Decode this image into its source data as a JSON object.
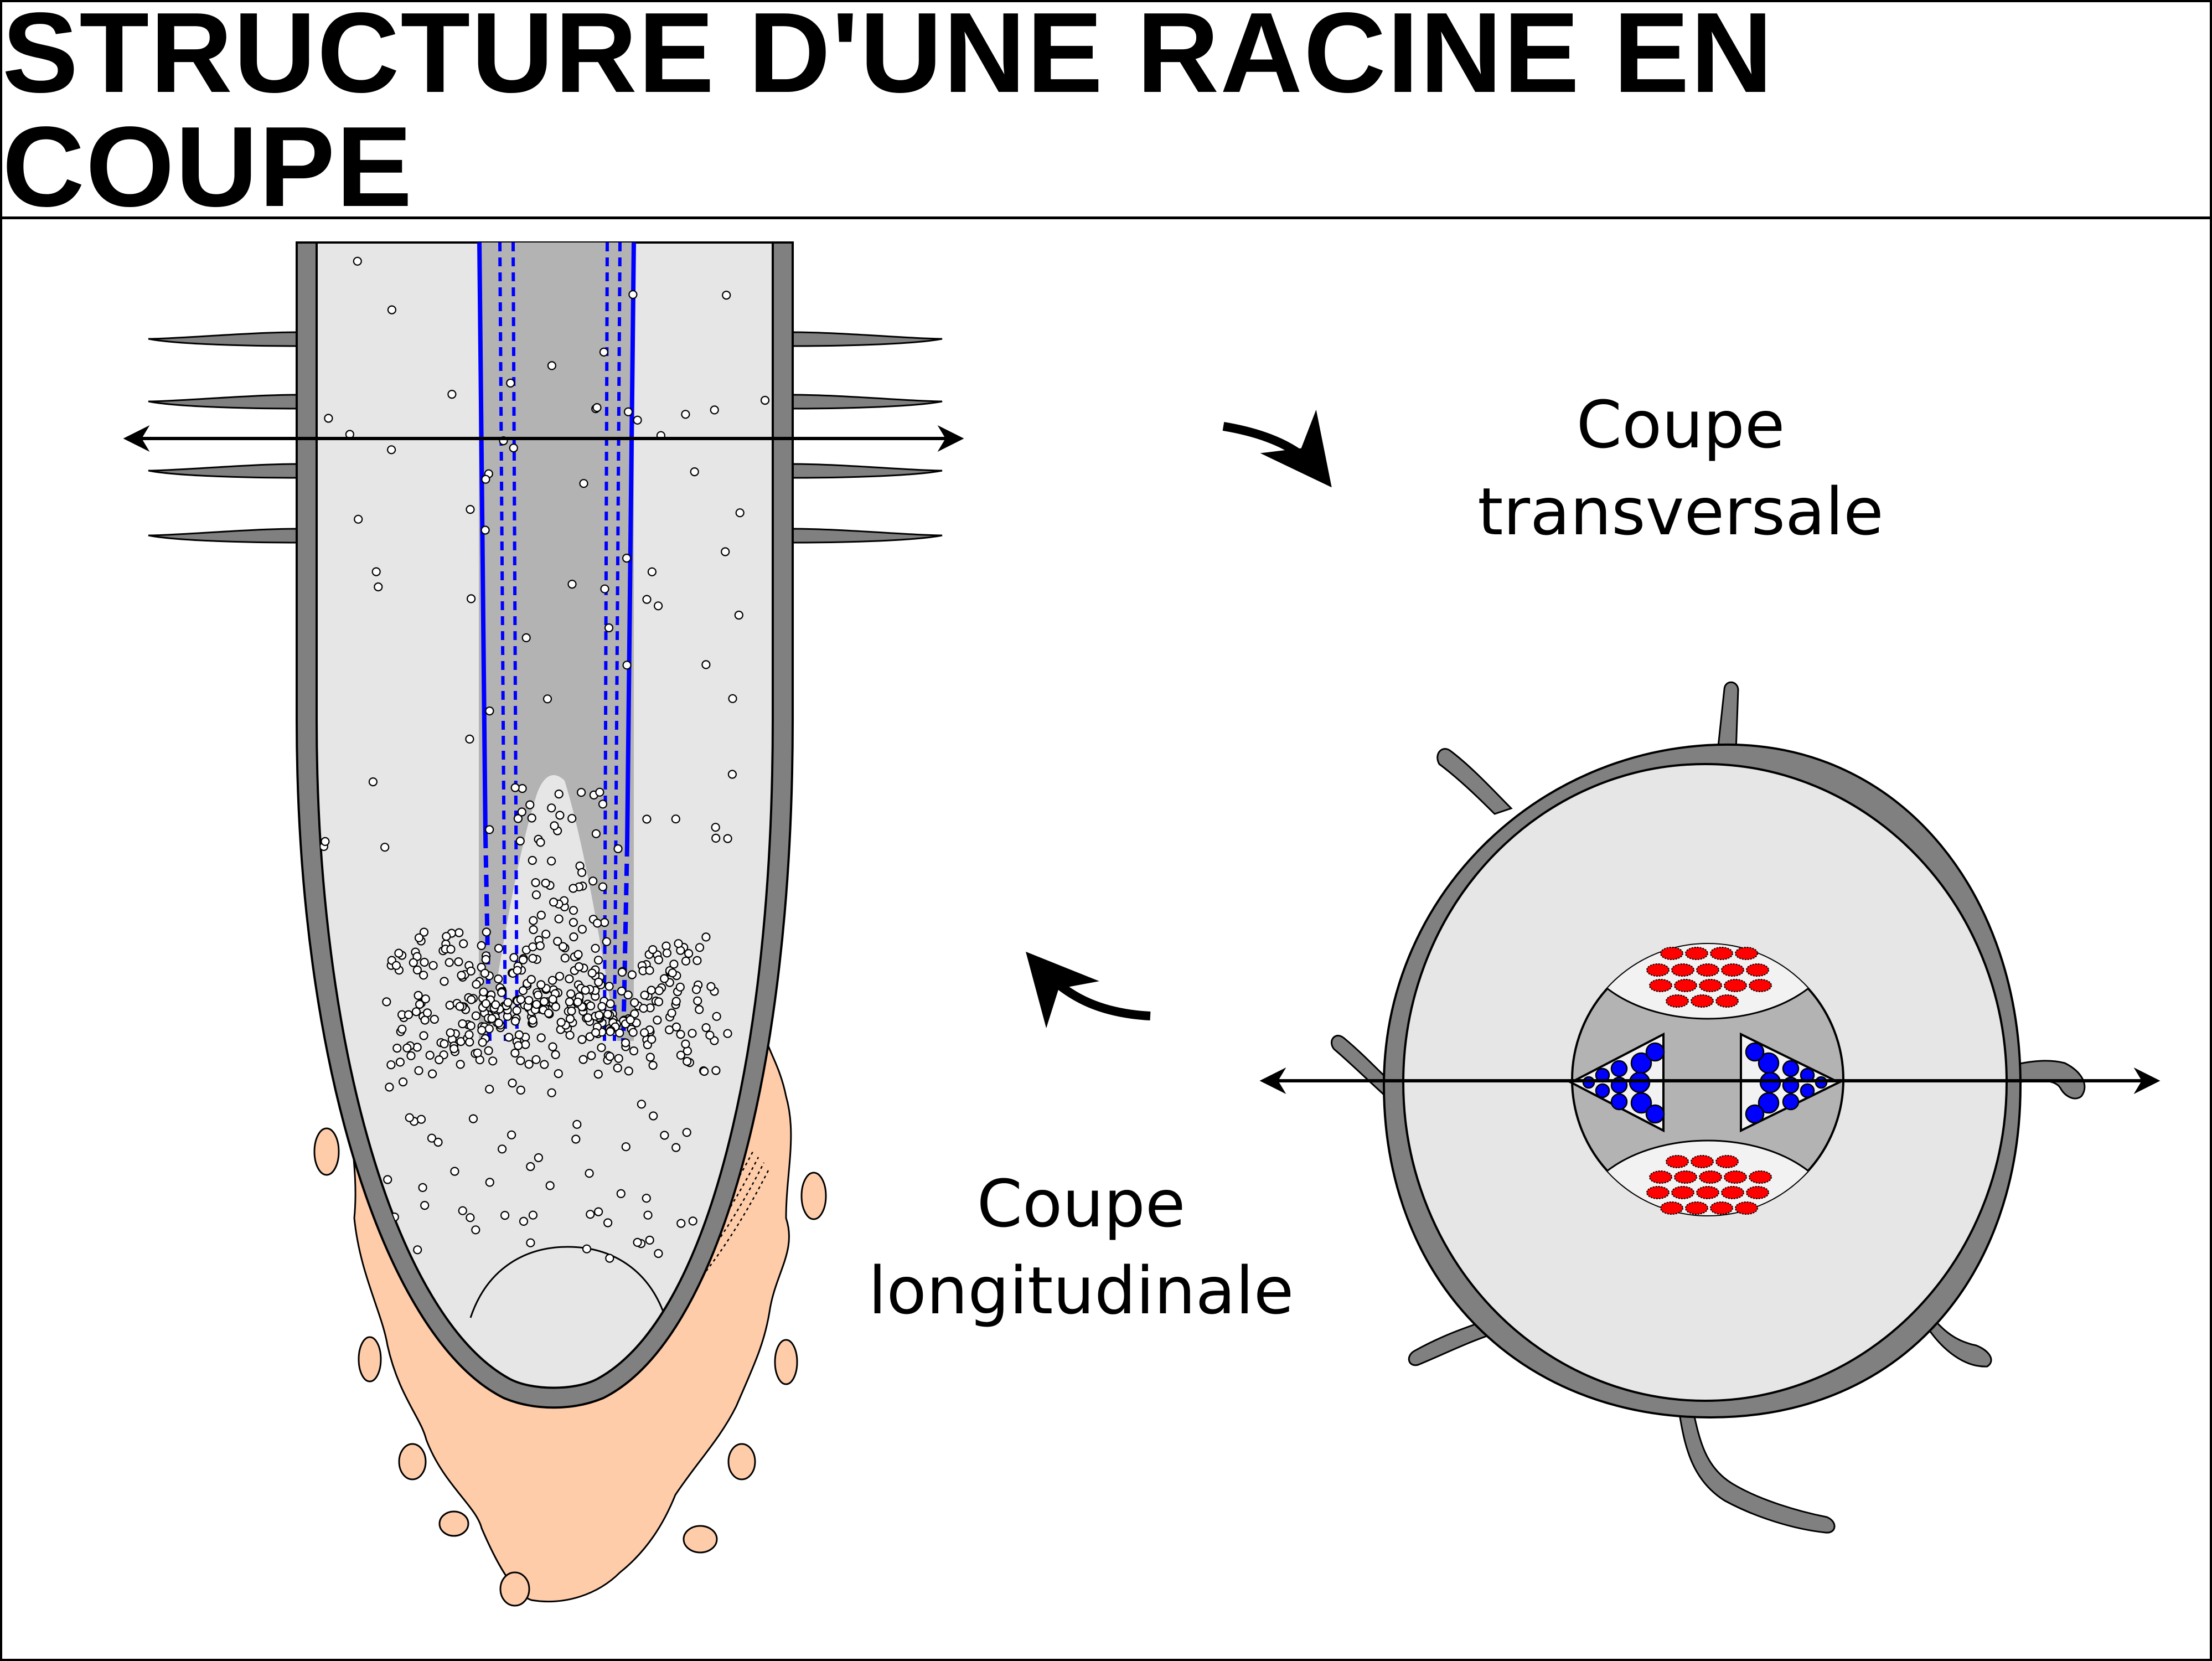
{
  "title": "STRUCTURE D'UNE RACINE EN COUPE",
  "labels": {
    "transverse": [
      "Coupe",
      "transversale"
    ],
    "longitudinal": [
      "Coupe",
      "longitudinale"
    ]
  },
  "colors": {
    "epidermis": "#808080",
    "cortex": "#e6e6e6",
    "stele": "#b3b3b3",
    "root_cap": "#ffccaa",
    "xylem": "#0000ff",
    "phloem": "#ff0000",
    "phloem_bg": "#f2f2f2",
    "cells": "#ffffff",
    "outline": "#000000"
  },
  "icons": {
    "curved_arrow_top": "curved-arrow-right-icon",
    "curved_arrow_bottom": "curved-arrow-left-icon",
    "section_line_long": "double-arrow-icon",
    "section_line_trans": "double-arrow-icon"
  }
}
